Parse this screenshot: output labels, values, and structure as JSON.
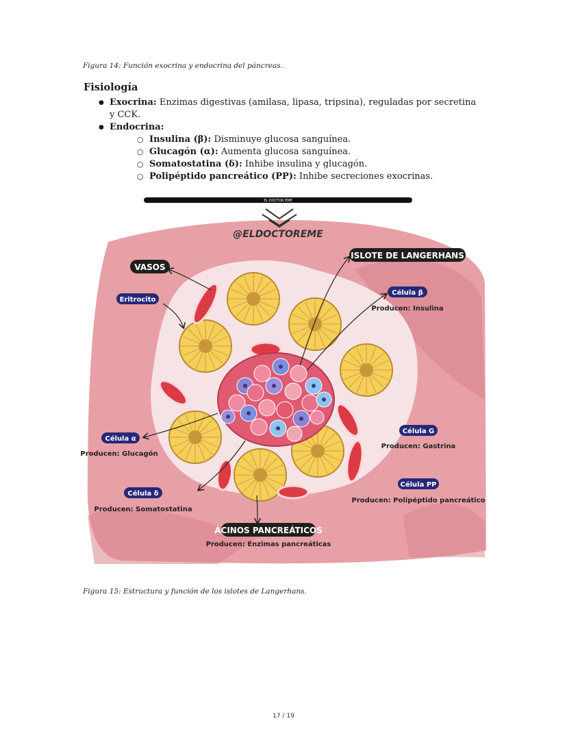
{
  "captions": {
    "fig14": "Figura 14: Función exocrina y endocrina del páncreas.",
    "fig15": "Figura 15: Estructura y función de los islotes de Langerhans."
  },
  "section": {
    "title": "Fisiología",
    "exocrina_label": "Exocrina:",
    "exocrina_text": " Enzimas digestivas (amilasa, lipasa, tripsina), reguladas por secretina y CCK.",
    "endocrina_label": "Endocrina:",
    "items": [
      {
        "label": "Insulina (β):",
        "text": " Disminuye glucosa sanguínea."
      },
      {
        "label": "Glucagón (α):",
        "text": " Aumenta glucosa sanguínea."
      },
      {
        "label": "Somatostatina (δ):",
        "text": " Inhibe insulina y glucagón."
      },
      {
        "label": "Polipéptido pancreático (PP):",
        "text": " Inhibe secreciones exocrinas."
      }
    ]
  },
  "figure": {
    "banner": "EL DOCTOR EME",
    "handle": "@ELDOCTOREME",
    "vasos": "VASOS",
    "eritrocito": "Eritrocito",
    "islote": "ISLOTE DE LANGERHANS",
    "beta": "Célula β",
    "beta_prod": "Producen: Insulina",
    "g": "Célula G",
    "g_prod": "Producen: Gastrina",
    "pp": "Célula PP",
    "pp_prod": "Producen: Polipéptido pancreático",
    "alpha": "Célula α",
    "alpha_prod": "Producen: Glucagón",
    "delta": "Célula δ",
    "delta_prod": "Producen: Somatostatina",
    "acinos": "ÁCINOS PANCREÁTICOS",
    "acinos_prod": "Producen: Enzimas pancreáticas"
  },
  "page_number": "17 / 19",
  "colors": {
    "tissue": "#e7a0a6",
    "tissue_dark": "#d4737c",
    "acinus": "#f4cf5a",
    "label_dark": "#1f1f1f",
    "label_navy": "#27287a"
  }
}
